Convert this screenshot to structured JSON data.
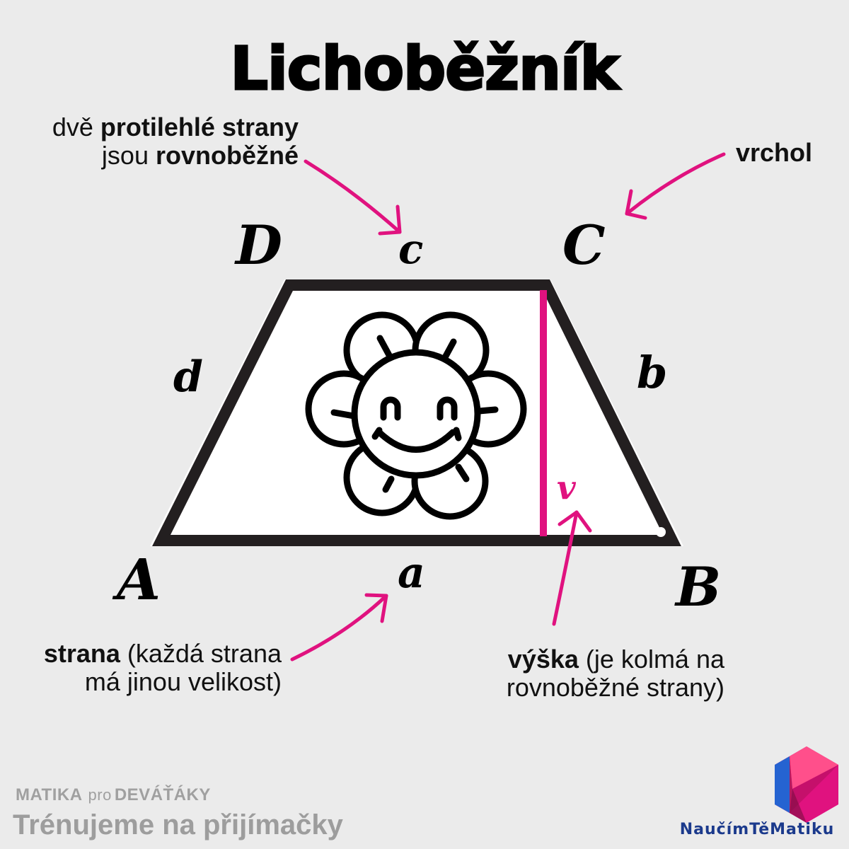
{
  "title": "Lichoběžník",
  "annotations": {
    "parallel": {
      "line1_normal": "dvě ",
      "line1_bold": "protilehlé strany",
      "line2_normal": "jsou ",
      "line2_bold": "rovnoběžné"
    },
    "vertex": {
      "bold": "vrchol"
    },
    "side": {
      "bold": "strana",
      "line1_normal": " (každá strana",
      "line2_normal": "má jinou velikost)"
    },
    "height": {
      "bold": "výška",
      "line1_normal": " (je kolmá na",
      "line2_normal": "rovnoběžné strany)"
    }
  },
  "vertices": {
    "A": "A",
    "B": "B",
    "C": "C",
    "D": "D"
  },
  "sides": {
    "a": "a",
    "b": "b",
    "c": "c",
    "d": "d"
  },
  "height_label": "v",
  "colors": {
    "background": "#ebebeb",
    "outline": "#231f20",
    "accent": "#e0127f",
    "fill": "#ffffff",
    "brand_text": "#1b3a8c",
    "footer_text": "#a0a0a0"
  },
  "footer": {
    "series_part1": "MATIKA",
    "series_pro": "pro",
    "series_part2": "DEVÁŤÁKY",
    "tagline": "Trénujeme na přijímačky"
  },
  "brand": {
    "name": "NaučímTěMatiku"
  }
}
